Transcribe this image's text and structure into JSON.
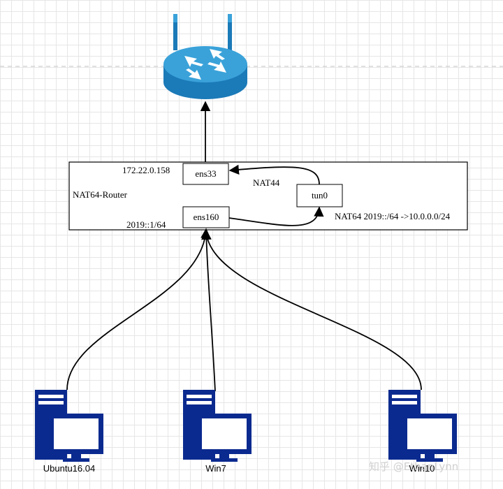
{
  "router_box": {
    "title": "NAT64-Router",
    "ens33": {
      "name": "ens33",
      "ip": "172.22.0.158"
    },
    "ens160": {
      "name": "ens160",
      "ip": "2019::1/64"
    },
    "tun0": {
      "name": "tun0"
    },
    "nat44_label": "NAT44",
    "nat64_label": "NAT64 2019::/64 ->10.0.0.0/24"
  },
  "clients": [
    {
      "label": "Ubuntu16.04"
    },
    {
      "label": "Win7"
    },
    {
      "label": "Win10"
    }
  ],
  "watermark": "知乎 @EthanLynn",
  "colors": {
    "router_top": "#3aa2d9",
    "router_side": "#1b7ab8",
    "computer": "#0b2a8f",
    "line": "#000000"
  },
  "icons": {
    "top": "router-icon",
    "clients": "desktop-computer-icon"
  }
}
